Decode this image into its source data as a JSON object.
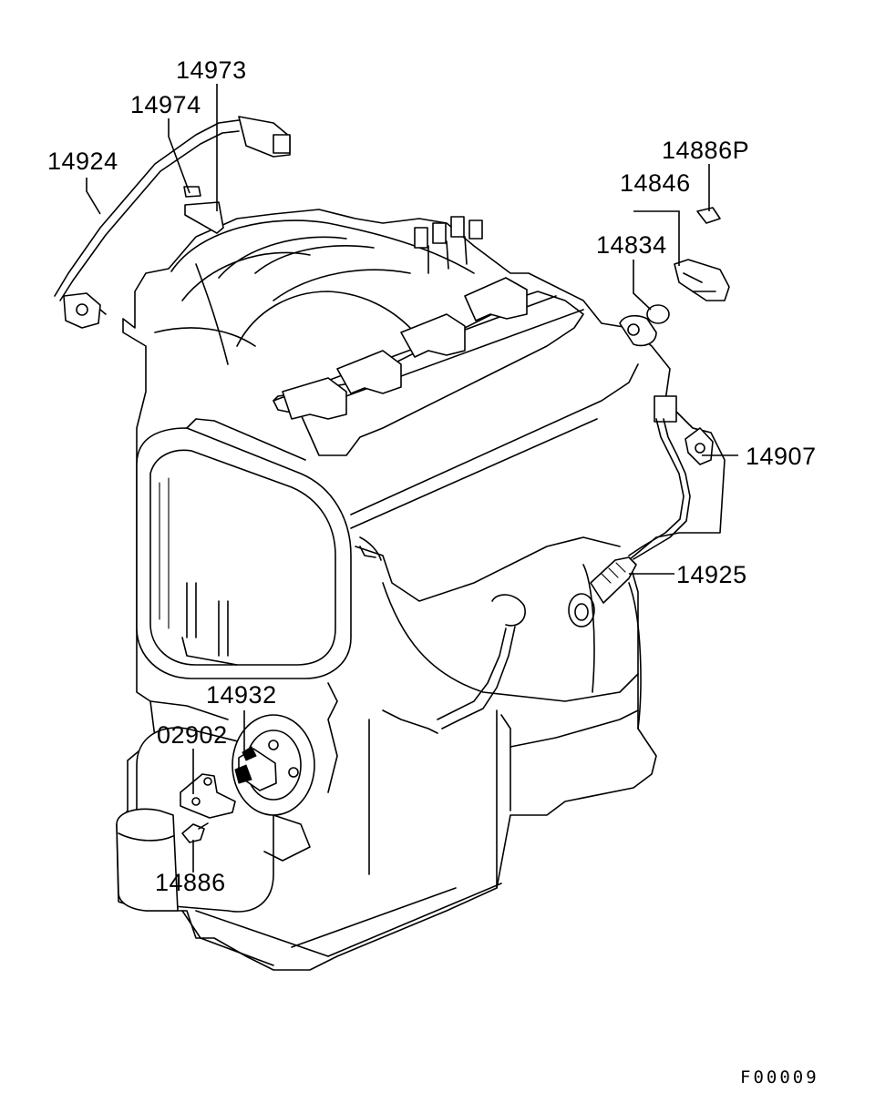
{
  "labels": {
    "p14973": "14973",
    "p14974": "14974",
    "p14924": "14924",
    "p14886P": "14886P",
    "p14846": "14846",
    "p14834": "14834",
    "p14907": "14907",
    "p14925": "14925",
    "p14932": "14932",
    "p02902": "02902",
    "p14886": "14886"
  },
  "figure_code": "F00009"
}
